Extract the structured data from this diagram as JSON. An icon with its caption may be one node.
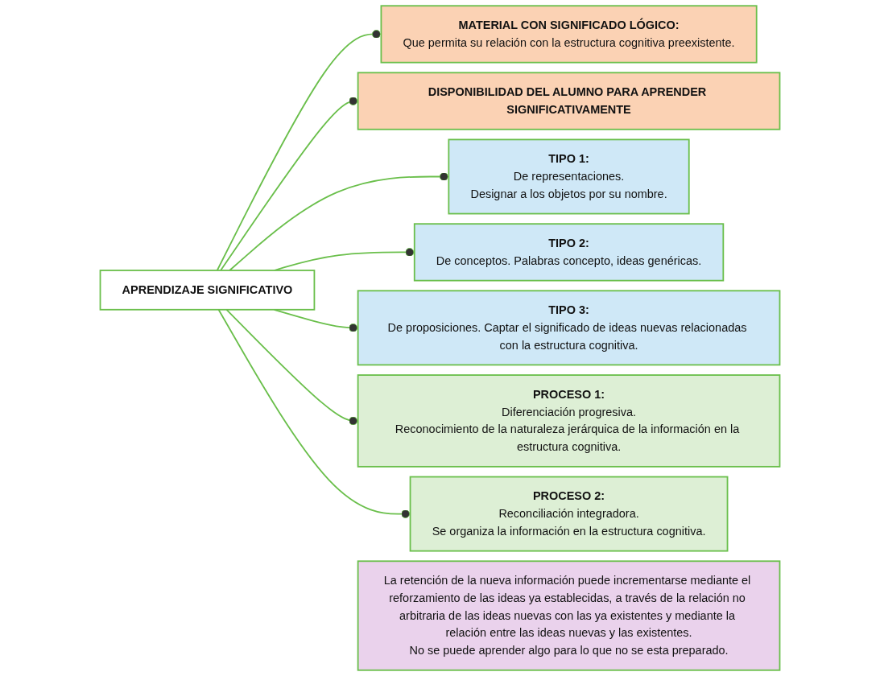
{
  "diagram": {
    "nodes": [
      {
        "text": [
          "APRENDIZAJE SIGNIFICATIVO"
        ]
      },
      {
        "text": [
          "MATERIAL CON SIGNIFICADO LÓGICO:",
          "Que permita su relación con la estructura cognitiva preexistente."
        ]
      },
      {
        "text": [
          "DISPONIBILIDAD DEL ALUMNO PARA APRENDER SIGNIFICATIVAMENTE"
        ]
      },
      {
        "text": [
          "TIPO 1:",
          "De representaciones.",
          "Designar a los objetos por su nombre."
        ]
      },
      {
        "text": [
          "TIPO 2:",
          "De conceptos. Palabras concepto, ideas genéricas."
        ]
      },
      {
        "text": [
          "TIPO 3:",
          "De proposiciones. Captar el significado de ideas nuevas relacionadas con la estructura cognitiva."
        ]
      },
      {
        "text": [
          "PROCESO 1:",
          "Diferenciación progresiva.",
          "Reconocimiento de la naturaleza jerárquica de la información en la estructura cognitiva."
        ]
      },
      {
        "text": [
          "PROCESO 2:",
          "Reconciliación integradora.",
          "Se organiza la información en la estructura cognitiva."
        ]
      },
      {
        "text": [
          "La retención de la nueva información puede incrementarse mediante el reforzamiento de las ideas ya establecidas, a través de la relación no arbitraria de las ideas nuevas con las ya existentes y mediante la relación entre las ideas nuevas y las existentes.",
          "No se puede aprender algo para lo que no se esta preparado."
        ]
      }
    ],
    "edges": [
      {
        "from": 0,
        "to": 1,
        "arrow": "other"
      },
      {
        "from": 0,
        "to": 2,
        "arrow": "other"
      },
      {
        "from": 0,
        "to": 3,
        "arrow": "other"
      },
      {
        "from": 0,
        "to": 4,
        "arrow": "other"
      },
      {
        "from": 0,
        "to": 5,
        "arrow": "other"
      },
      {
        "from": 0,
        "to": 6,
        "arrow": "other"
      },
      {
        "from": 0,
        "to": 7,
        "arrow": "other"
      }
    ]
  }
}
